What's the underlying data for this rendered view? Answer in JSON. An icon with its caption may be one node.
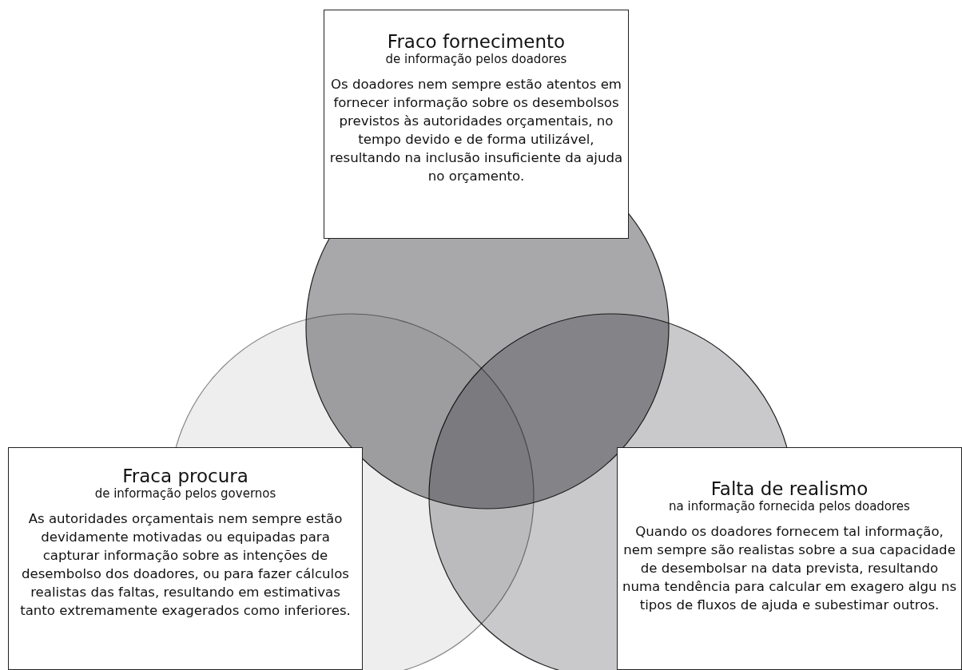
{
  "diagram": {
    "nodes": [
      {
        "text": [
          "Fraco fornecimento",
          "de informação pelos doadores",
          "Os doadores nem sempre estão atentos em fornecer informação sobre os desembolsos previstos às autoridades orçamentais, no tempo devido e de forma utilizável, resultando na inclusão insuficiente da ajuda no orçamento."
        ]
      },
      {
        "text": [
          "Fraca procura",
          "de informação pelos governos",
          "As autoridades orçamentais nem sempre estão devidamente motivadas ou equipadas para capturar informação sobre as intenções de desembolso dos doadores, ou para fazer cálculos realistas das faltas, resultando em estimativas tanto extremamente exagerados como inferiores."
        ]
      },
      {
        "text": [
          "Falta de realismo",
          "na informação fornecida pelos doadores",
          "Quando os doadores fornecem tal informação, nem sempre são realistas sobre a sua capacidade de desembolsar na data prevista, resultando numa tendência para calcular em exagero algu ns tipos de fluxos de ajuda e subestimar outros."
        ]
      }
    ],
    "edges": []
  }
}
